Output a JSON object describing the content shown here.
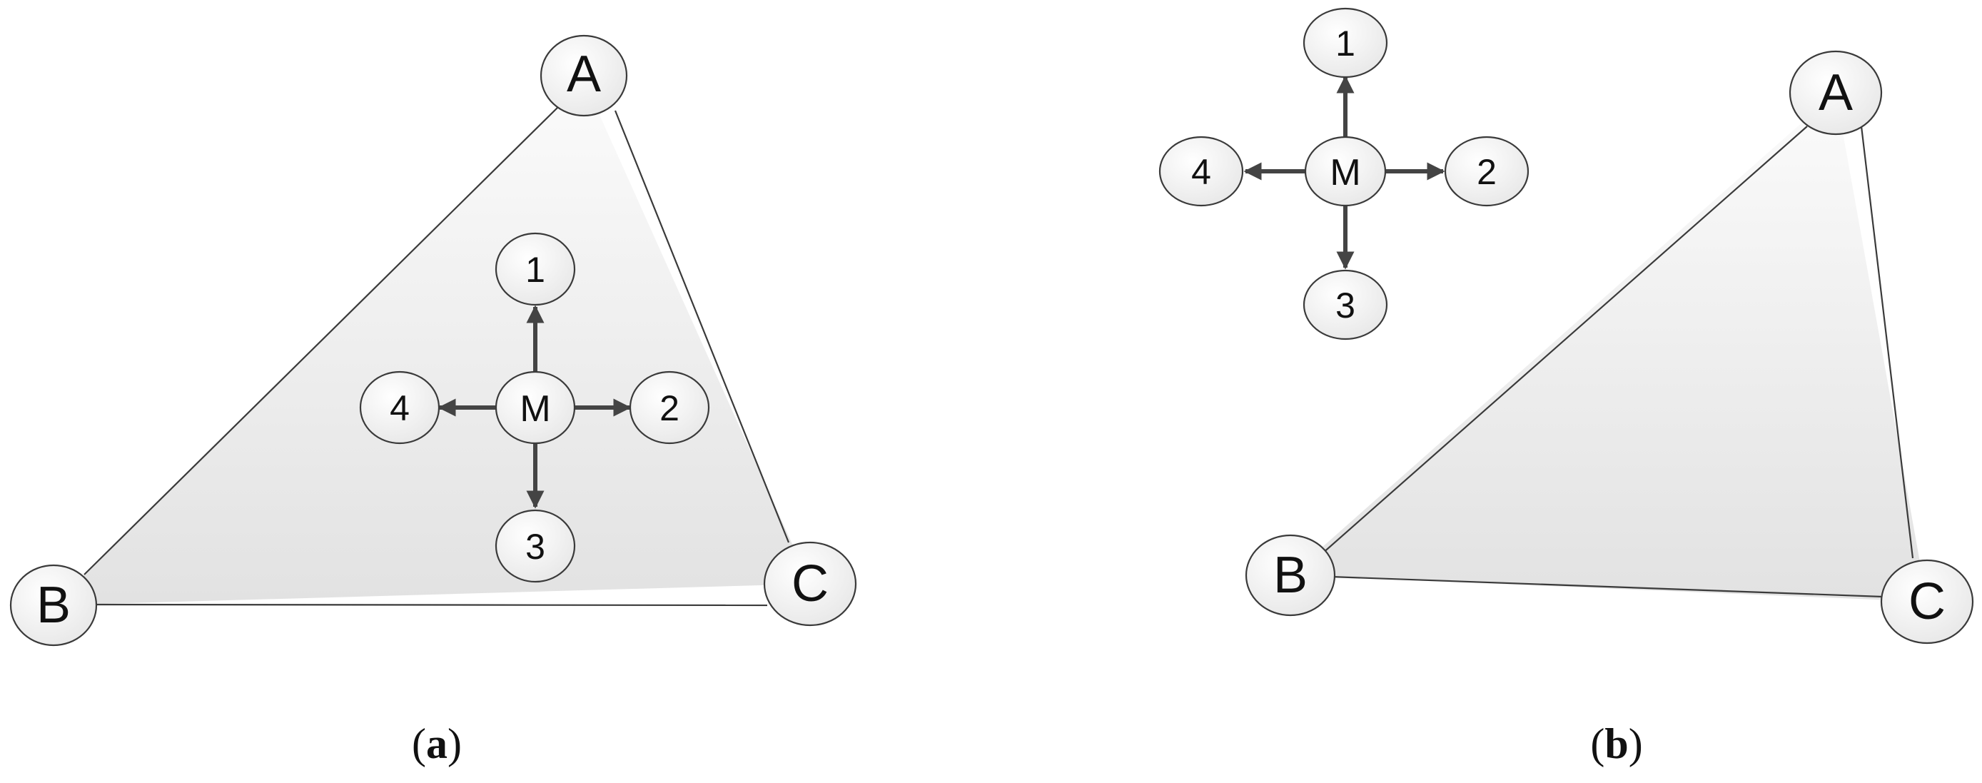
{
  "panels": [
    {
      "id": "a",
      "caption": {
        "open": "(",
        "letter": "a",
        "close": ")"
      },
      "vertices": {
        "A": "A",
        "B": "B",
        "C": "C"
      },
      "center": "M",
      "directions": {
        "up": "1",
        "right": "2",
        "down": "3",
        "left": "4"
      }
    },
    {
      "id": "b",
      "caption": {
        "open": "(",
        "letter": "b",
        "close": ")"
      },
      "vertices": {
        "A": "A",
        "B": "B",
        "C": "C"
      },
      "center": "M",
      "directions": {
        "up": "1",
        "right": "2",
        "down": "3",
        "left": "4"
      }
    }
  ],
  "colors": {
    "triangle_fill_light": "#fbfbfb",
    "triangle_fill_dark": "#e4e4e4",
    "node_fill": "#f0f0f0",
    "stroke": "#3a3a3a",
    "arrow": "#444444"
  }
}
